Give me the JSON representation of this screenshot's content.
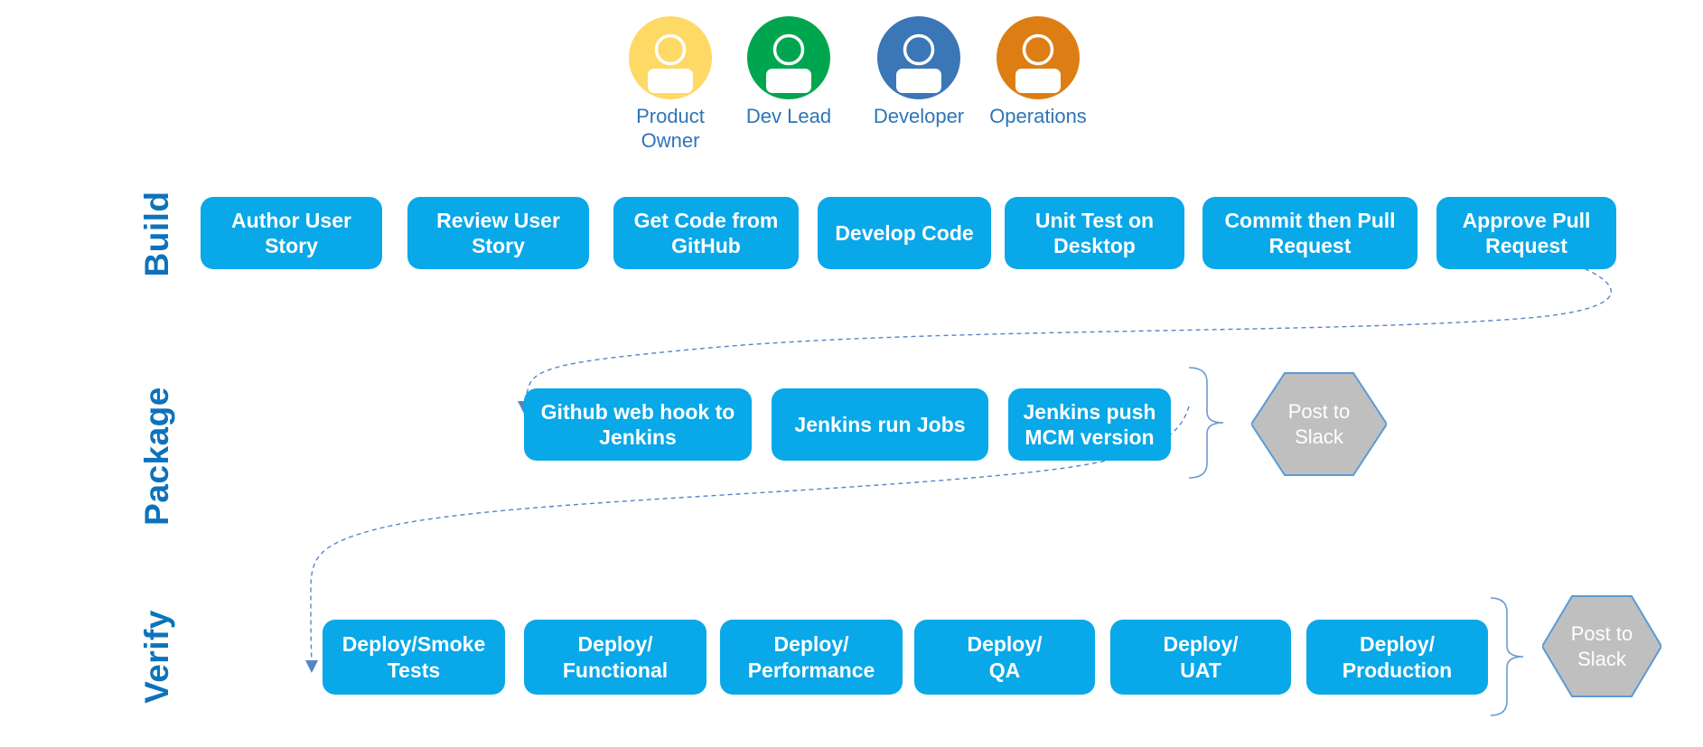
{
  "diagram_title": "",
  "colors": {
    "box": "#09A8E8",
    "lane_label": "#0D72BB",
    "avatar_label": "#2E75B6",
    "hexagon_fill": "#BFBFBF",
    "hexagon_border": "#5B9BD5",
    "connector": "#5585C7",
    "brace": "#6B9BD2"
  },
  "roles": [
    {
      "label": "Product Owner",
      "color": "#FFD966",
      "icon": "person-icon"
    },
    {
      "label": "Dev Lead",
      "color": "#00A64F",
      "icon": "person-icon"
    },
    {
      "label": "Developer",
      "color": "#3B76B7",
      "icon": "person-icon"
    },
    {
      "label": "Operations",
      "color": "#DD7E14",
      "icon": "person-icon"
    }
  ],
  "lanes": [
    {
      "label": "Build",
      "steps": [
        "Author User\nStory",
        "Review User\nStory",
        "Get Code from\nGitHub",
        "Develop Code",
        "Unit Test on\nDesktop",
        "Commit then Pull\nRequest",
        "Approve Pull\nRequest"
      ]
    },
    {
      "label": "Package",
      "steps": [
        "Github web hook to\nJenkins",
        "Jenkins run Jobs",
        "Jenkins push\nMCM version"
      ],
      "output": "Post to\nSlack"
    },
    {
      "label": "Verify",
      "steps": [
        "Deploy/Smoke\nTests",
        "Deploy/\nFunctional",
        "Deploy/\nPerformance",
        "Deploy/\nQA",
        "Deploy/\nUAT",
        "Deploy/\nProduction"
      ],
      "output": "Post to\nSlack"
    }
  ]
}
